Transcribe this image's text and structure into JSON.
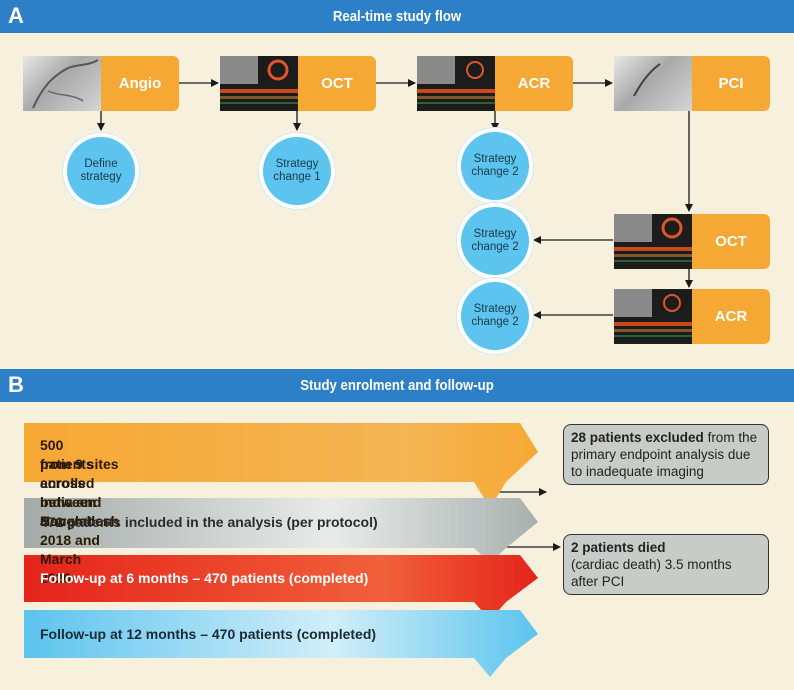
{
  "panel_a": {
    "letter": "A",
    "title": "Real-time study flow",
    "steps": [
      {
        "label": "Angio"
      },
      {
        "label": "OCT"
      },
      {
        "label": "ACR"
      },
      {
        "label": "PCI"
      },
      {
        "label": "OCT"
      },
      {
        "label": "ACR"
      }
    ],
    "circles": [
      {
        "line1": "Define",
        "line2": "strategy"
      },
      {
        "line1": "Strategy",
        "line2": "change 1"
      },
      {
        "line1": "Strategy",
        "line2": "change 2"
      },
      {
        "line1": "Strategy",
        "line2": "change 2"
      },
      {
        "line1": "Strategy",
        "line2": "change 2"
      }
    ]
  },
  "panel_b": {
    "letter": "B",
    "title": "Study enrolment and follow-up",
    "bands": [
      {
        "line1": "500 patients enrolled between November 2018 and March 2020",
        "line2": "from 9 sites across India and Bangladesh",
        "color": "#f6a834"
      },
      {
        "line1": "472 patients included in the analysis (per protocol)",
        "color": "#a8b0ae"
      },
      {
        "line1": "Follow-up at 6 months – 470 patients (completed)",
        "color": "#e5241b"
      },
      {
        "line1": "Follow-up at 12 months – 470 patients (completed)",
        "color": "#5cc4ee"
      }
    ],
    "notes": [
      {
        "bold": "28 patients excluded",
        "rest": " from the primary endpoint analysis due to inadequate imaging"
      },
      {
        "bold": "2 patients died",
        "rest": "(cardiac death) 3.5 months after PCI"
      }
    ]
  },
  "colors": {
    "accent": "#2d7fc8",
    "orange": "#f6a834",
    "circle": "#5cc4ee",
    "background": "#f7f0dc"
  }
}
